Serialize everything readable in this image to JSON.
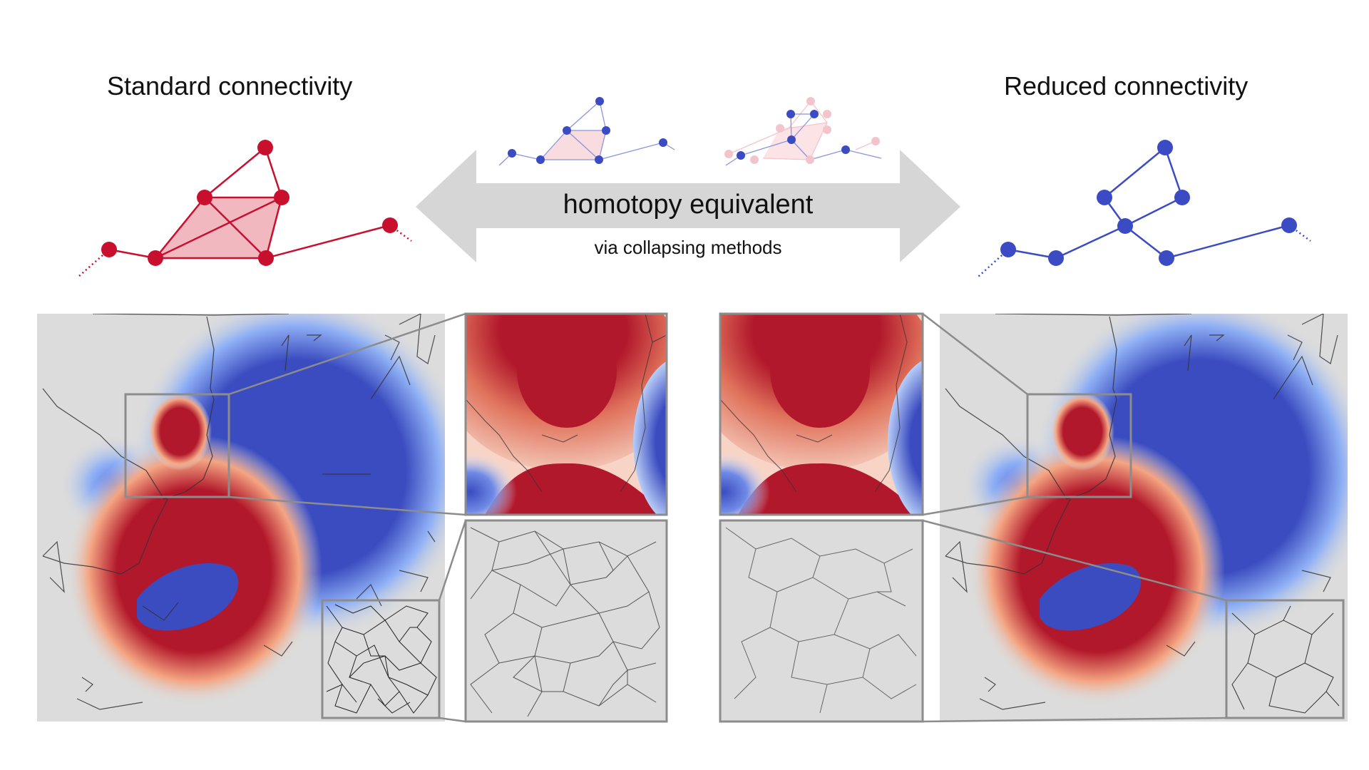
{
  "titles": {
    "left": "Standard connectivity",
    "right": "Reduced connectivity"
  },
  "arrow": {
    "main_label": "homotopy equivalent",
    "sub_label": "via collapsing methods"
  },
  "colors": {
    "red_graph": "#c8102e",
    "red_fill": "#f2b8c0",
    "blue_graph": "#3a4bc4",
    "pink_faded": "#f4c4cc",
    "arrow_gray": "#d6d6d6",
    "panel_bg": "#dcdcdc",
    "field_red": "#b2182b",
    "field_blue": "#3b4cc0",
    "frame_gray": "#8c8c8c"
  }
}
